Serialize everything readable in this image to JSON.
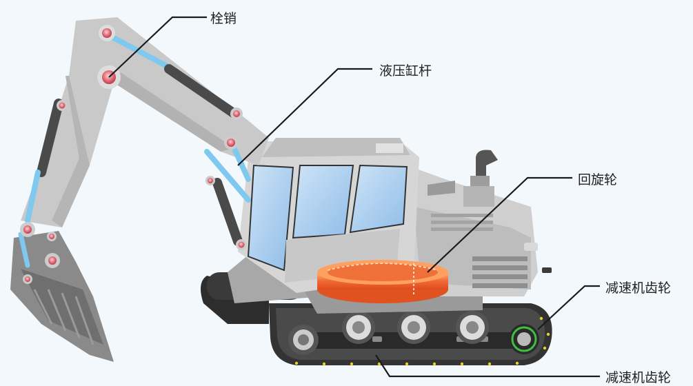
{
  "labels": {
    "pin": "栓销",
    "hydraulic_rod": "液压缸杆",
    "slewing_ring": "回旋轮",
    "reducer_gear_right": "减速机齿轮",
    "reducer_gear_bottom": "减速机齿轮"
  },
  "colors": {
    "background": "#f3f8fc",
    "body_gray": "#c9c9c9",
    "track_dark": "#3a3a3a",
    "glass_blue": "#a9cdf0",
    "piston_blue": "#7fc8ee",
    "pin_red": "#e06a75",
    "ring_orange": "#f0703a",
    "gear_green": "#40c040",
    "leader_line": "#1a1a1a"
  }
}
